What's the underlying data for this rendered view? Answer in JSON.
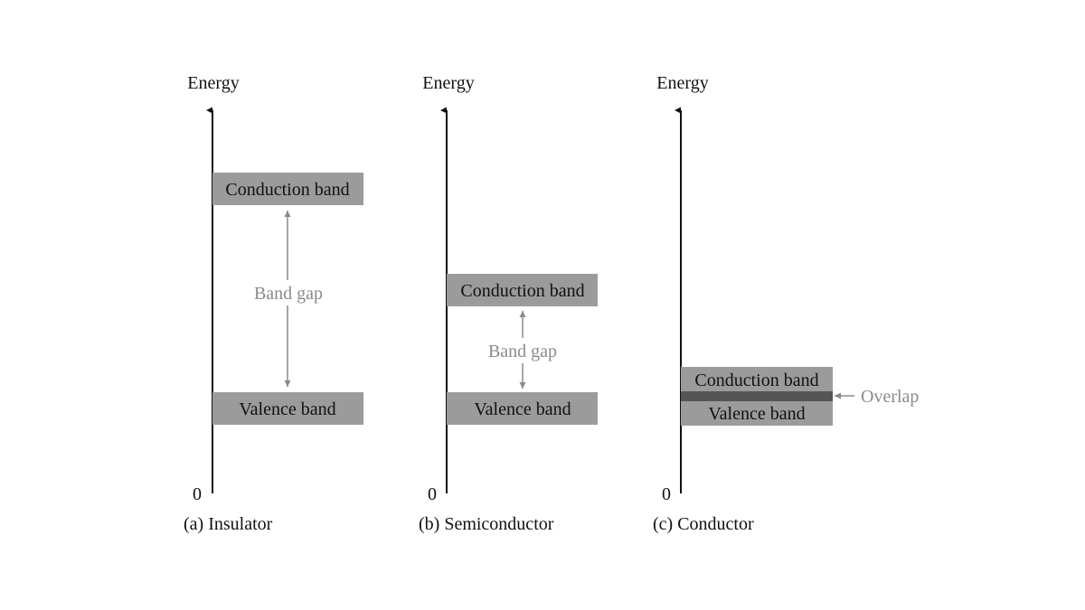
{
  "colors": {
    "axis": "#111111",
    "band_fill": "#9b9b9b",
    "overlap_fill": "#555555",
    "annotation": "#8a8a8a",
    "background": "#ffffff"
  },
  "panels": [
    {
      "axis_label": "Energy",
      "origin_label": "0",
      "caption": "(a) Insulator",
      "conduction_label": "Conduction band",
      "valence_label": "Valence band",
      "gap_label": "Band gap"
    },
    {
      "axis_label": "Energy",
      "origin_label": "0",
      "caption": "(b) Semiconductor",
      "conduction_label": "Conduction band",
      "valence_label": "Valence band",
      "gap_label": "Band gap"
    },
    {
      "axis_label": "Energy",
      "origin_label": "0",
      "caption": "(c) Conductor",
      "conduction_label": "Conduction band",
      "valence_label": "Valence band",
      "overlap_label": "Overlap"
    }
  ]
}
